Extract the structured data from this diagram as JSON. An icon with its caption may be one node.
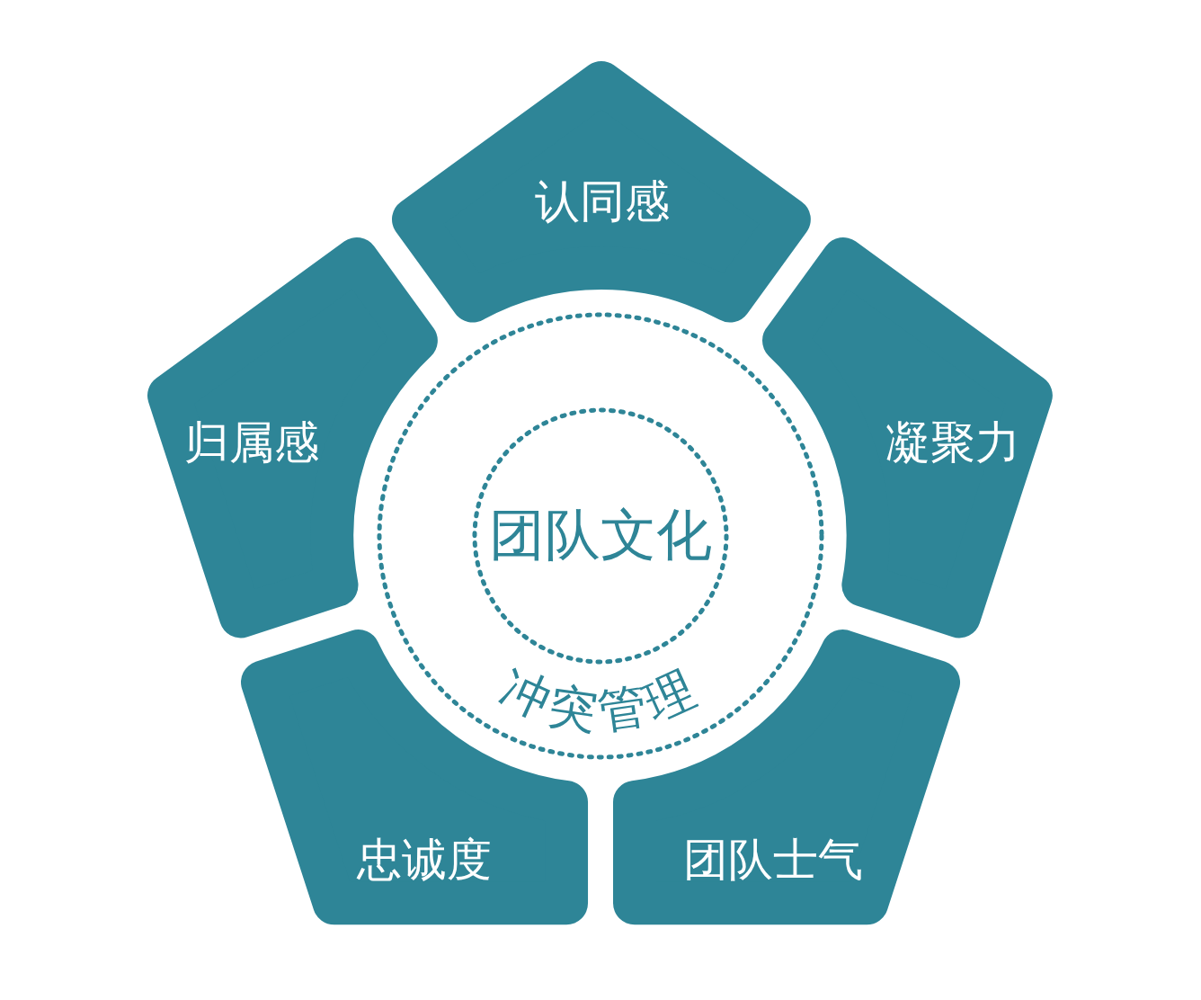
{
  "diagram": {
    "nodes": [
      {
        "text": [
          "认同感"
        ]
      },
      {
        "text": [
          "凝聚力"
        ]
      },
      {
        "text": [
          "团队士气"
        ]
      },
      {
        "text": [
          "忠诚度"
        ]
      },
      {
        "text": [
          "归属感"
        ]
      },
      {
        "text": [
          "冲突管理"
        ]
      },
      {
        "text": [
          "团队文化"
        ],
        "in": 5
      }
    ]
  }
}
